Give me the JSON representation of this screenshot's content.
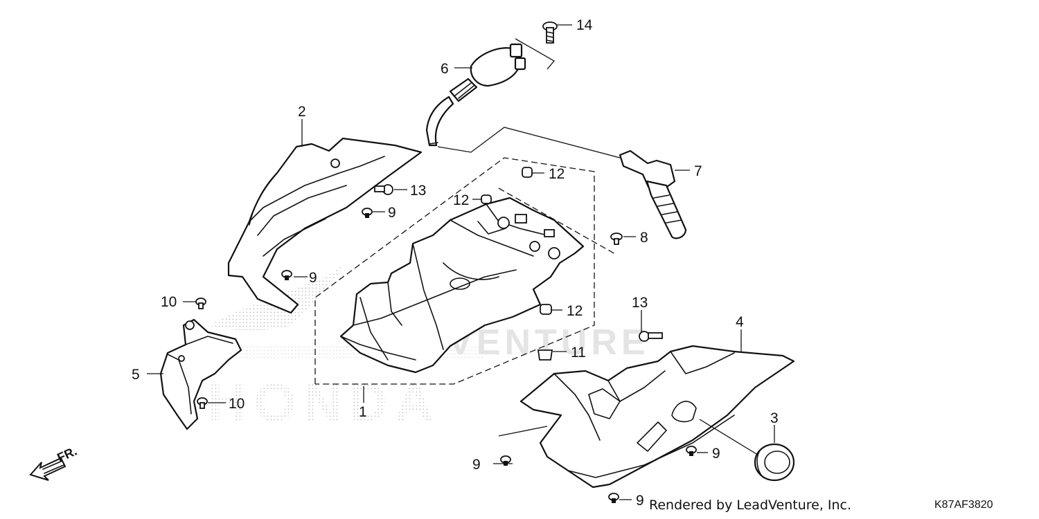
{
  "diagram": {
    "callouts": {
      "c1": "1",
      "c2": "2",
      "c3": "3",
      "c4": "4",
      "c5": "5",
      "c6": "6",
      "c7": "7",
      "c8": "8",
      "c9a": "9",
      "c9b": "9",
      "c9c": "9",
      "c9d": "9",
      "c9e": "9",
      "c10a": "10",
      "c10b": "10",
      "c11": "11",
      "c12a": "12",
      "c12b": "12",
      "c12c": "12",
      "c13a": "13",
      "c13b": "13",
      "c14": "14"
    },
    "direction_label": "FR.",
    "credit": "Rendered by LeadVenture, Inc.",
    "diagram_code": "K87AF3820",
    "watermark": "ADVENTURE HONDA",
    "colors": {
      "line": "#111111",
      "background": "#ffffff",
      "watermark_dots": "#b9b9b9"
    }
  }
}
